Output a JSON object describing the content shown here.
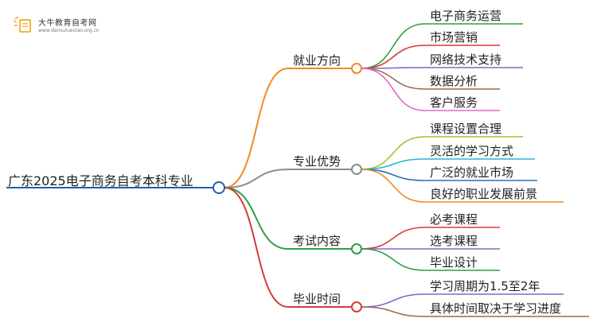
{
  "logo": {
    "name": "大牛教育自考网",
    "url": "www.daniuzuexiao.org.cn"
  },
  "root": {
    "label": "广东2025电子商务自考本科专业",
    "color": "#1e5fa8"
  },
  "branches": [
    {
      "label": "就业方向",
      "color": "#f08a24",
      "leaves": [
        {
          "label": "电子商务运营",
          "color": "#2f9e44"
        },
        {
          "label": "市场营销",
          "color": "#d63a3a"
        },
        {
          "label": "网络技术支持",
          "color": "#8a63c9"
        },
        {
          "label": "数据分析",
          "color": "#9a6a4f"
        },
        {
          "label": "客户服务",
          "color": "#e06cc1"
        }
      ]
    },
    {
      "label": "专业优势",
      "color": "#8c8c8c",
      "leaves": [
        {
          "label": "课程设置合理",
          "color": "#b5b82a"
        },
        {
          "label": "灵活的学习方式",
          "color": "#25b8cf"
        },
        {
          "label": "广泛的就业市场",
          "color": "#2a6fbf"
        },
        {
          "label": "良好的职业发展前景",
          "color": "#f08a24"
        }
      ]
    },
    {
      "label": "考试内容",
      "color": "#2f9e44",
      "leaves": [
        {
          "label": "必考课程",
          "color": "#d63a3a"
        },
        {
          "label": "选考课程",
          "color": "#8a63c9"
        },
        {
          "label": "毕业设计",
          "color": "#2f9e44"
        }
      ]
    },
    {
      "label": "毕业时间",
      "color": "#d63a3a",
      "leaves": [
        {
          "label": "学习周期为1.5至2年",
          "color": "#8a63c9"
        },
        {
          "label": "具体时间取决于学习进度",
          "color": "#9a6a4f"
        }
      ]
    }
  ]
}
